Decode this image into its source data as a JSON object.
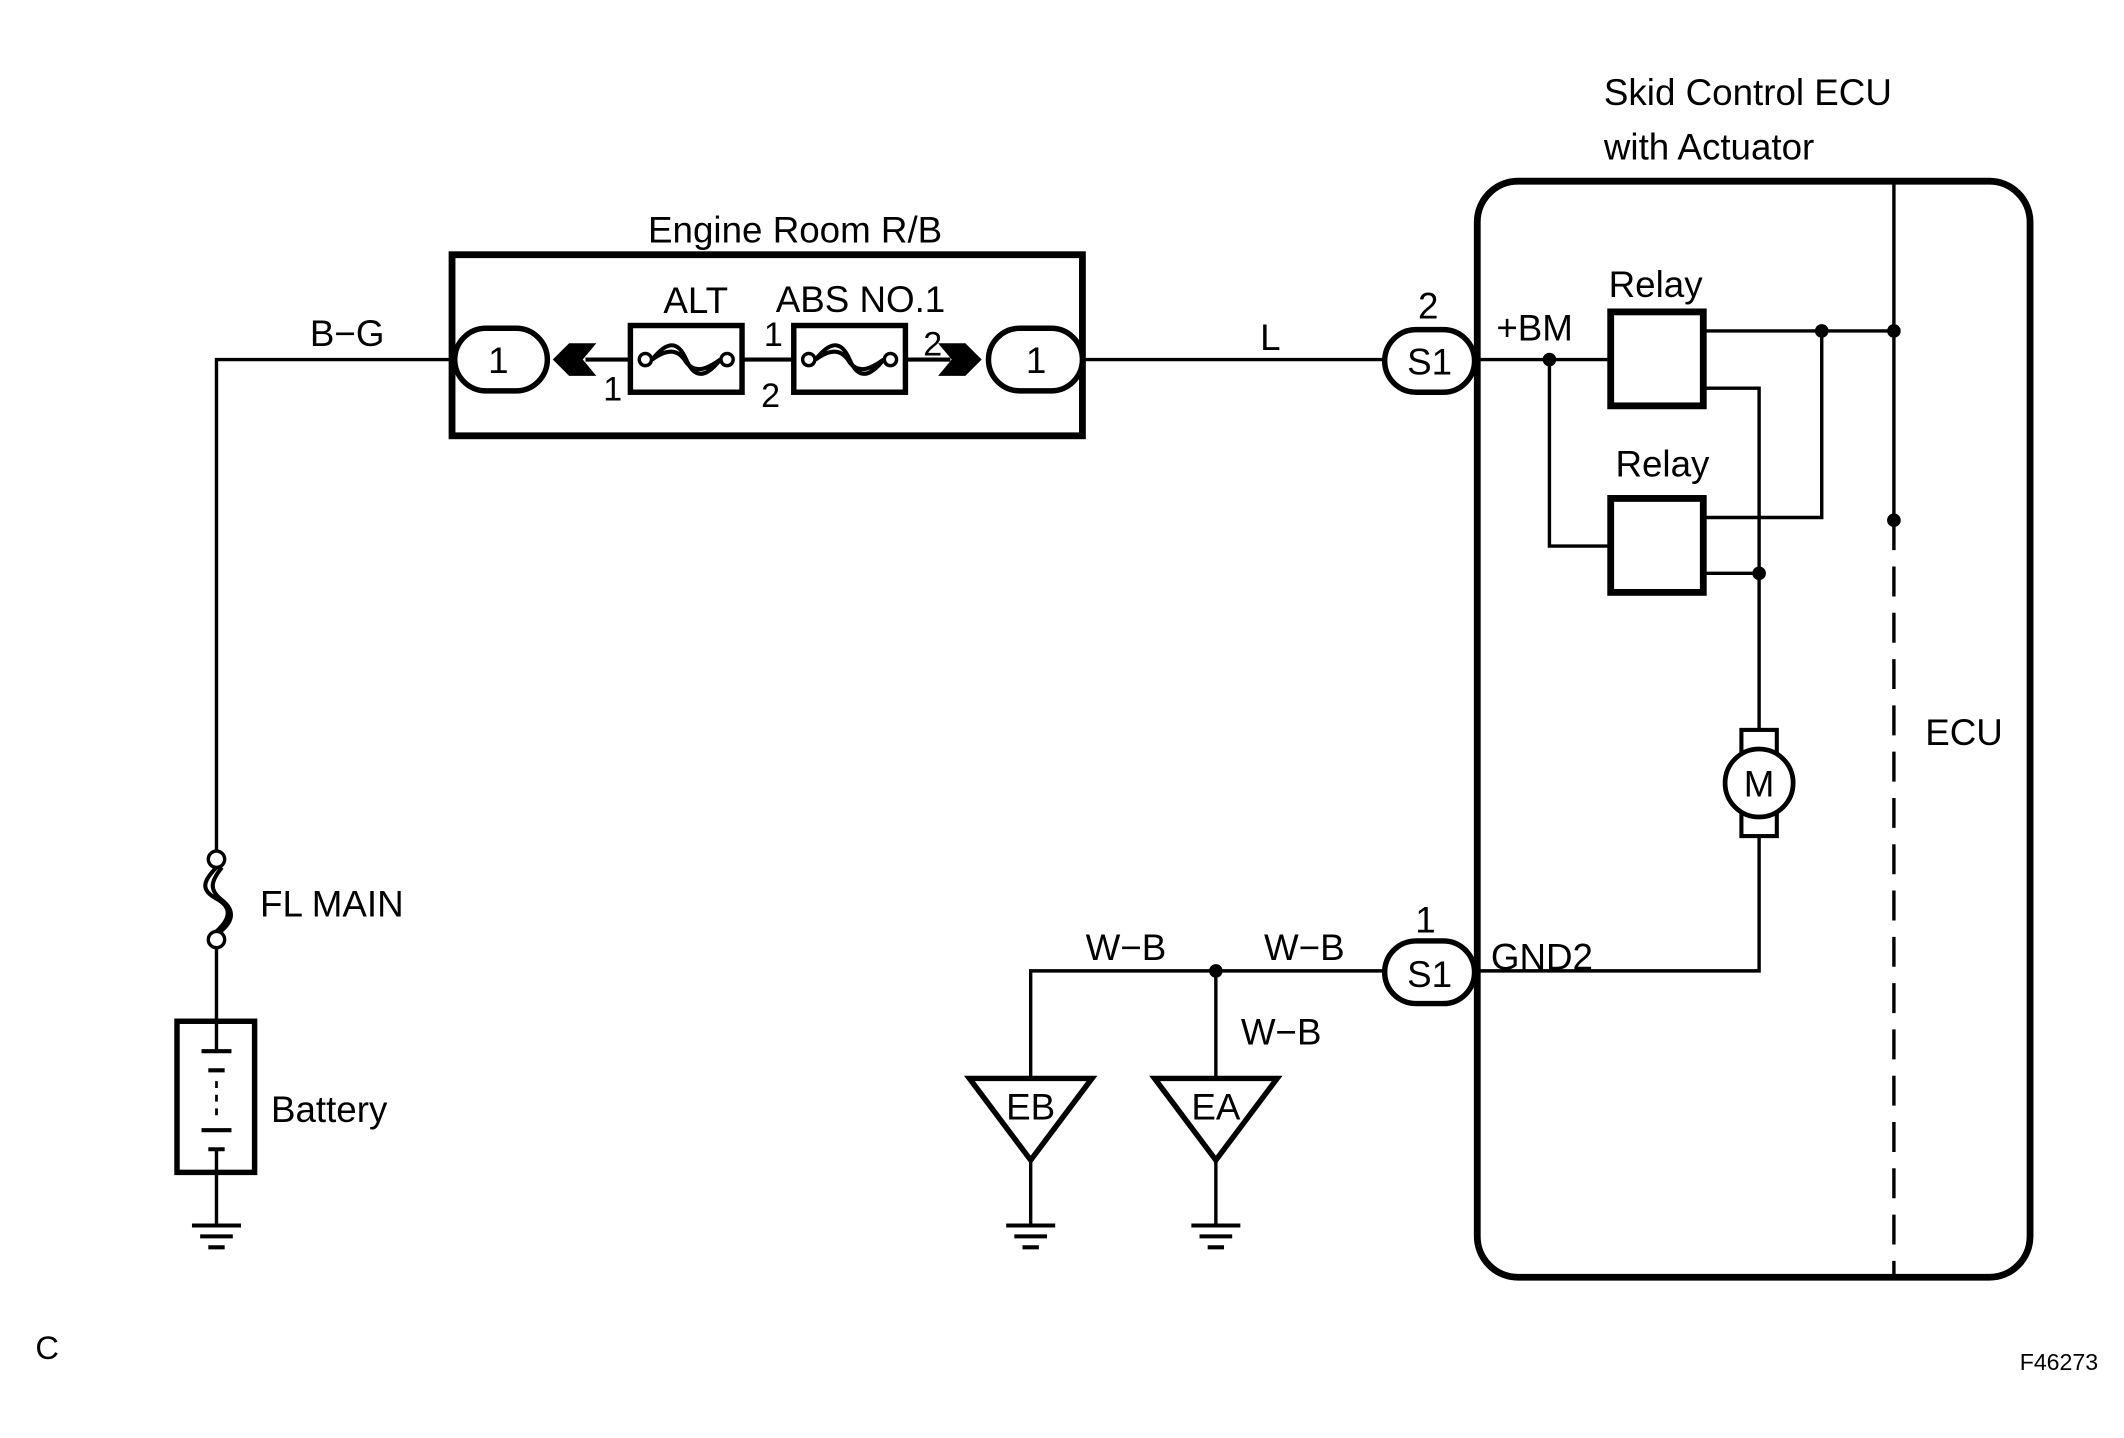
{
  "corner_code": "C",
  "figure_id": "F46273",
  "wires": {
    "bg": "B−G",
    "l": "L",
    "wb_left": "W−B",
    "wb_right": "W−B",
    "wb_down": "W−B"
  },
  "engine_room_rb": {
    "title": "Engine Room R/B",
    "left_connector": "1",
    "right_connector": "1",
    "fuse_alt": {
      "label": "ALT",
      "pin_left": "1",
      "pin_right": "2"
    },
    "fuse_abs": {
      "label": "ABS NO.1",
      "pin_left": "1",
      "pin_right": "2"
    }
  },
  "fl_main": "FL MAIN",
  "battery": "Battery",
  "grounds": {
    "eb": "EB",
    "ea": "EA"
  },
  "ecu": {
    "title_line1": "Skid Control ECU",
    "title_line2": "with Actuator",
    "connector_top": {
      "name": "S1",
      "pin": "2",
      "terminal": "+BM"
    },
    "connector_bottom": {
      "name": "S1",
      "pin": "1",
      "terminal": "GND2"
    },
    "relay1": "Relay",
    "relay2": "Relay",
    "motor": "M",
    "ecu_label": "ECU"
  }
}
